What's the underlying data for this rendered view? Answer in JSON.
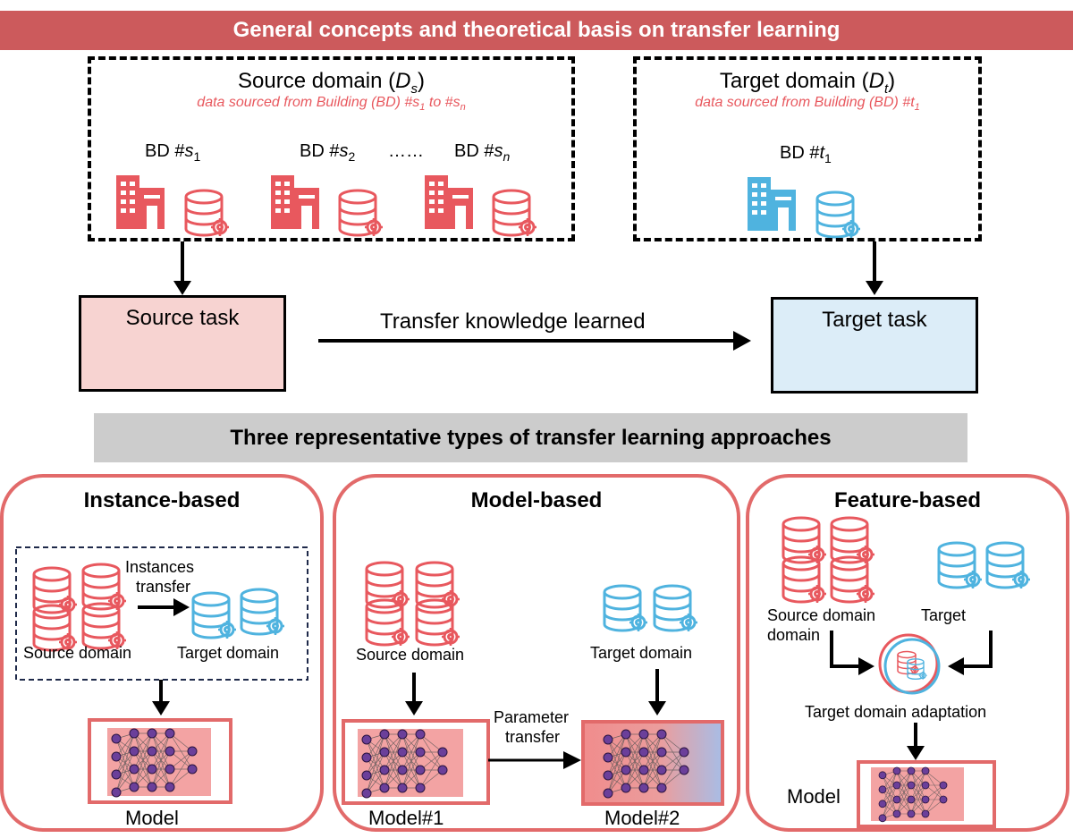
{
  "header": {
    "title": "General concepts and theoretical basis on transfer learning"
  },
  "source_domain": {
    "title_pre": "Source domain (",
    "symbol": "D",
    "subscript": "s",
    "title_post": ")",
    "subtitle_pre": "data sourced from Building (BD) #",
    "s1": "s",
    "s1_sub": "1",
    "mid": " to #",
    "sn": "s",
    "sn_sub": "n",
    "buildings": [
      {
        "prefix": "BD #",
        "var": "s",
        "sub": "1"
      },
      {
        "prefix": "BD #",
        "var": "s",
        "sub": "2"
      },
      {
        "prefix": "BD #",
        "var": "s",
        "sub": "n"
      }
    ],
    "ellipsis": "……"
  },
  "target_domain": {
    "title_pre": "Target domain (",
    "symbol": "D",
    "subscript": "t",
    "title_post": ")",
    "subtitle_pre": "data sourced from Building (BD) #",
    "t1": "t",
    "t1_sub": "1",
    "building": {
      "prefix": "BD #",
      "var": "t",
      "sub": "1"
    }
  },
  "source_task": {
    "label": "Source task"
  },
  "target_task": {
    "label": "Target task"
  },
  "transfer_label": "Transfer knowledge learned",
  "section_banner": "Three representative types of transfer learning approaches",
  "instance_panel": {
    "title": "Instance-based",
    "instances_line1": "Instances",
    "instances_line2": "transfer",
    "source": "Source domain",
    "target": "Target domain",
    "model": "Model"
  },
  "model_panel": {
    "title": "Model-based",
    "source": "Source domain",
    "target": "Target domain",
    "param_line1": "Parameter",
    "param_line2": "transfer",
    "model1": "Model#1",
    "model2": "Model#2"
  },
  "feature_panel": {
    "title": "Feature-based",
    "source_line1": "Source domain",
    "source_line2": "domain",
    "target": "Target",
    "adaptation": "Target domain adaptation",
    "model": "Model"
  },
  "colors": {
    "red": "#e8585e",
    "blue": "#4fb3df",
    "banner": "#cc5a5c",
    "panel_border": "#e26a6a"
  }
}
